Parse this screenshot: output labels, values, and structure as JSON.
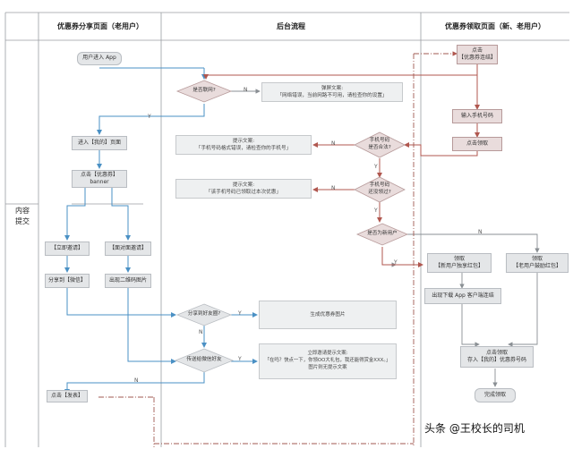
{
  "headers": {
    "left": "优惠券分享页面（老用户）",
    "middle": "后台流程",
    "right": "优惠券领取页面（新、老用户）"
  },
  "side_label": "内容\n提交",
  "left_nodes": {
    "enter_app": "用户进入 App",
    "enter_my_page": "进入【我的】页面",
    "click_coupon_banner": "点击【优惠券】\nbanner",
    "invite_now": "【立即邀请】",
    "face_to_face": "【面对面邀请】",
    "share_wechat": "分享到【微信】",
    "show_qr": "出现二维码图片",
    "click_publish": "点击【发表】"
  },
  "decisions": {
    "is_online": "是否联网?",
    "phone_valid": "手机号码\n是否合法?",
    "phone_claimed": "手机号码\n还没领过?",
    "is_new_user": "是否为新用户",
    "share_success": "分享到好友圈?",
    "send_to_friend": "传送给微信好友"
  },
  "notes": {
    "network_error": "弹屏文案:\n「网络错误，当前网路不可用，请检查你的设置」",
    "phone_format": "提示文案:\n「手机号码格式错误，请检查你的手机号」",
    "phone_used": "提示文案:\n「该手机号码已领取过本次优惠」",
    "gen_coupon_image": "生成优惠券图片",
    "invite_text": "立即邀请提示文案:\n「在吗？快点一下，你领OO大礼包，我还能得赏金XXX。」\n图片则无提示文案"
  },
  "right_nodes": {
    "click_coupon_link": "点击\n【优惠券连结】",
    "input_phone": "输入手机号码",
    "click_claim": "点击领取",
    "new_user_coupon": "领取\n【新用户独享红包】",
    "old_user_coupon": "领取\n【老用户鼓励红包】",
    "download_app": "出现下载 App 客户端连结",
    "save_coupon": "点击领取\n存入【我的】优惠券号码",
    "done": "完成领取"
  },
  "edge_labels": {
    "Y": "Y",
    "N": "N"
  },
  "watermark": "头条 @王校长的司机",
  "colors": {
    "blue_line": "#4a90c4",
    "red_line": "#b0574f",
    "gray_line": "#8a8f94",
    "dashdot": "#a05a52"
  }
}
